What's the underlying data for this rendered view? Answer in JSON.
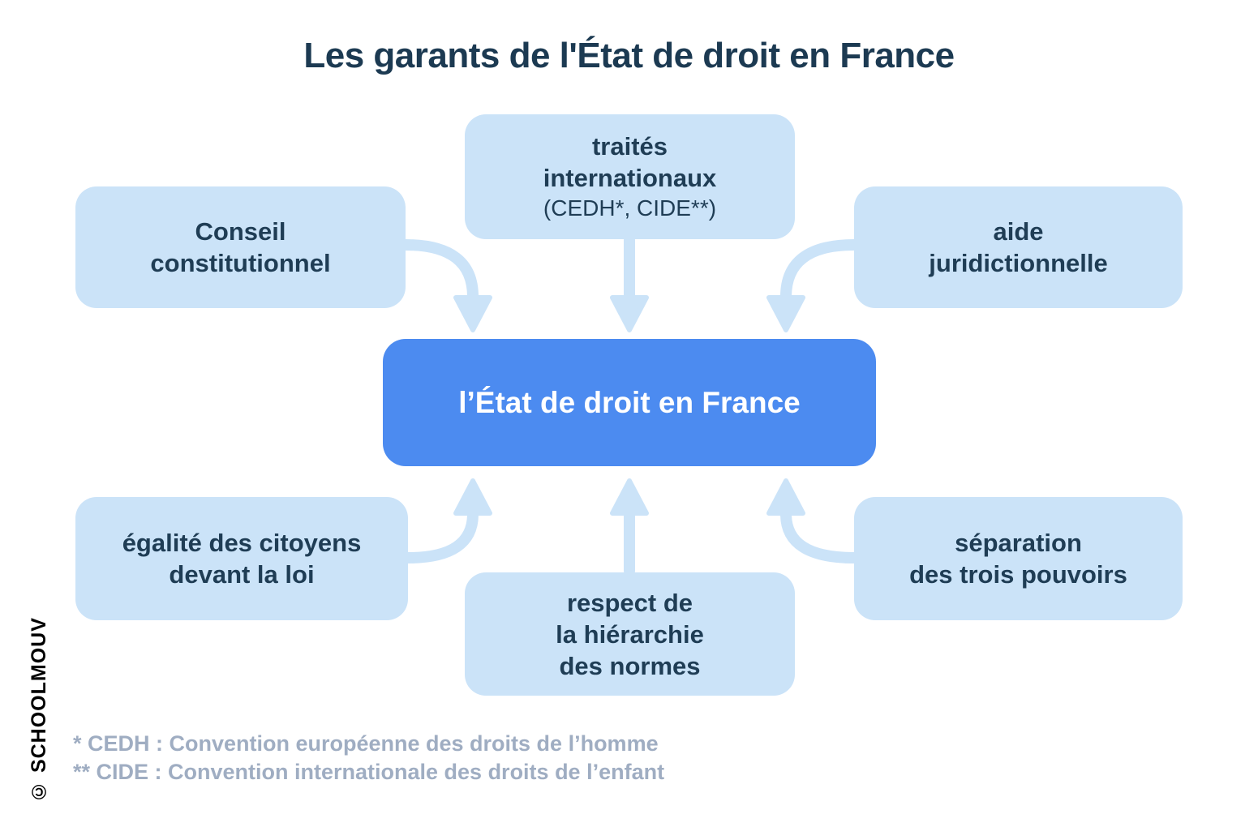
{
  "title": "Les garants de l'État de droit en France",
  "center_node": {
    "label": "l’État de droit en France"
  },
  "nodes": {
    "traites": {
      "line1": "traités",
      "line2": "internationaux",
      "subline": "(CEDH*, CIDE**)"
    },
    "conseil": {
      "line1": "Conseil",
      "line2": "constitutionnel"
    },
    "aide": {
      "line1": "aide",
      "line2": "juridictionnelle"
    },
    "egalite": {
      "line1": "égalité des citoyens",
      "line2": "devant la loi"
    },
    "respect": {
      "line1": "respect de",
      "line2": "la hiérarchie",
      "line3": "des normes"
    },
    "separation": {
      "line1": "séparation",
      "line2": "des trois pouvoirs"
    }
  },
  "footnotes": {
    "cedh": "* CEDH : Convention européenne des droits de l’homme",
    "cide": "** CIDE : Convention internationale des droits de l’enfant"
  },
  "logo_text": "© SCHOOLMOUV",
  "colors": {
    "node_fill": "#CBE3F8",
    "center_fill": "#4C8BF0",
    "text_dark": "#1F3D55",
    "title_color": "#1C3A52",
    "footnote_color": "#9FADC2",
    "arrow_color": "#CBE3F8"
  }
}
